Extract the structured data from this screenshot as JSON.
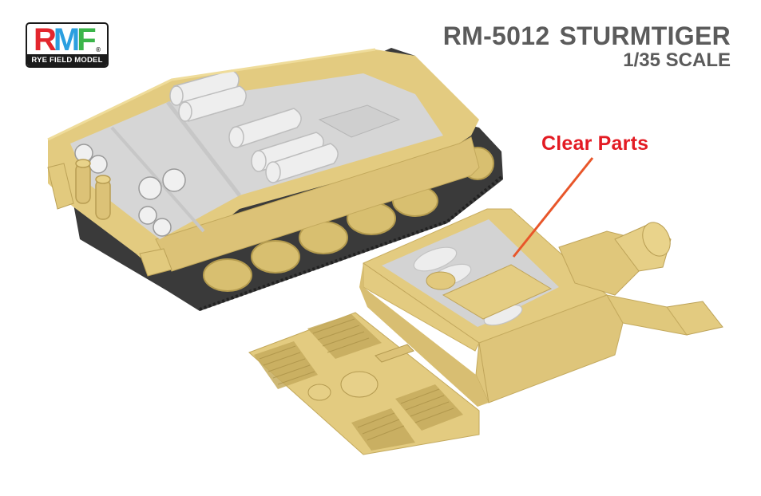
{
  "logo": {
    "letters": [
      "R",
      "M",
      "F"
    ],
    "registered": "®",
    "brand_text": "RYE FIELD MODEL",
    "colors": {
      "R": "#e3262d",
      "M": "#2b9fe0",
      "F": "#3bb54a",
      "bar": "#1c1c1c"
    }
  },
  "header": {
    "code": "RM-5012",
    "name": "STURMTIGER",
    "scale": "1/35 SCALE",
    "text_color": "#5b5b5b"
  },
  "callout": {
    "label": "Clear Parts",
    "color": "#e31b23",
    "arrow_color": "#e8562a"
  },
  "render": {
    "hull_color": "#e6cf86",
    "hull_shadow": "#c9b064",
    "interior_color": "#d9d9d9",
    "track_color": "#3c3c3c",
    "items": [
      "hull-with-interior",
      "superstructure-casemate",
      "engine-deck-plate"
    ]
  }
}
